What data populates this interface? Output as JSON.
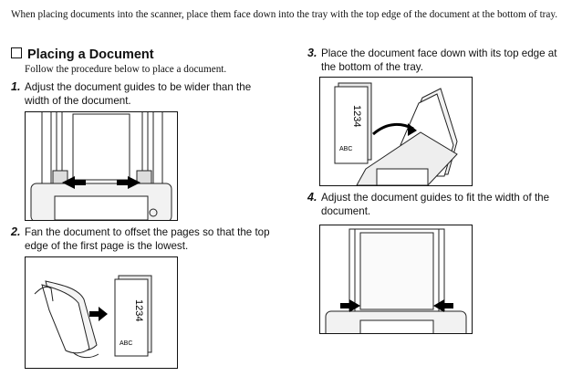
{
  "intro": "When placing documents into the scanner, place them face down into the tray with the top edge of the document at the bottom of tray.",
  "section": {
    "title": "Placing a Document",
    "subtitle": "Follow the procedure below to place a document."
  },
  "steps": [
    {
      "num": "1.",
      "text": "Adjust the document guides to be wider than the width of the document."
    },
    {
      "num": "2.",
      "text": "Fan the document to offset the pages so that the top edge of the first page is the lowest."
    },
    {
      "num": "3.",
      "text": "Place the document face down with its top edge at the bottom of the tray."
    },
    {
      "num": "4.",
      "text": "Adjust the document guides to fit the width of the document."
    }
  ],
  "figure_labels": {
    "page_number": "1234",
    "page_code": "ABC"
  }
}
